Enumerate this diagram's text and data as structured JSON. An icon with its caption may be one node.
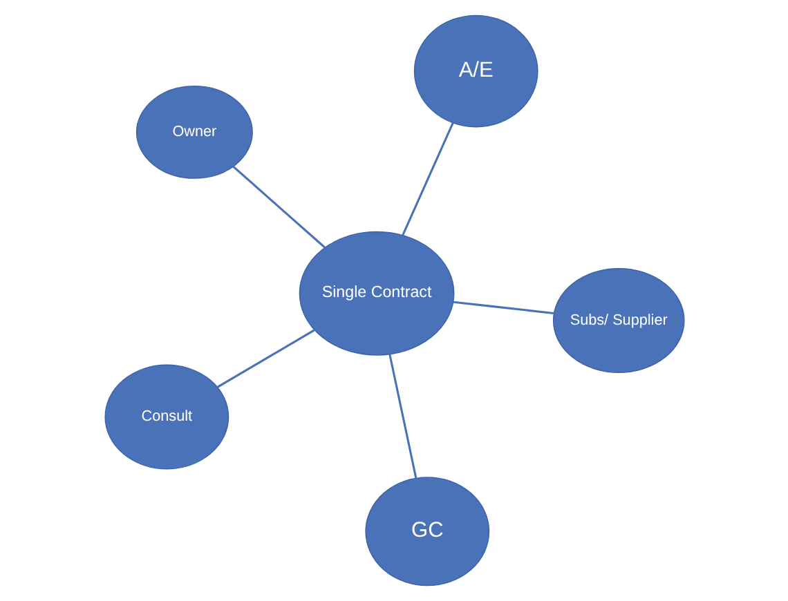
{
  "diagram": {
    "nodes": [
      {
        "text": [
          "Owner"
        ]
      },
      {
        "text": [
          "Subs/ Supplier"
        ]
      },
      {
        "text": [
          "GC"
        ]
      },
      {
        "text": [
          "Single Contract"
        ]
      },
      {
        "text": [
          "A/E"
        ]
      },
      {
        "text": [
          "Consult"
        ]
      }
    ],
    "edges": [
      {
        "from": 3,
        "to": 0,
        "arrow": "none"
      },
      {
        "from": 3,
        "to": 1,
        "arrow": "none"
      },
      {
        "from": 3,
        "to": 2,
        "arrow": "none"
      },
      {
        "from": 3,
        "to": 4,
        "arrow": "none"
      },
      {
        "from": 3,
        "to": 5,
        "arrow": "none"
      }
    ]
  }
}
